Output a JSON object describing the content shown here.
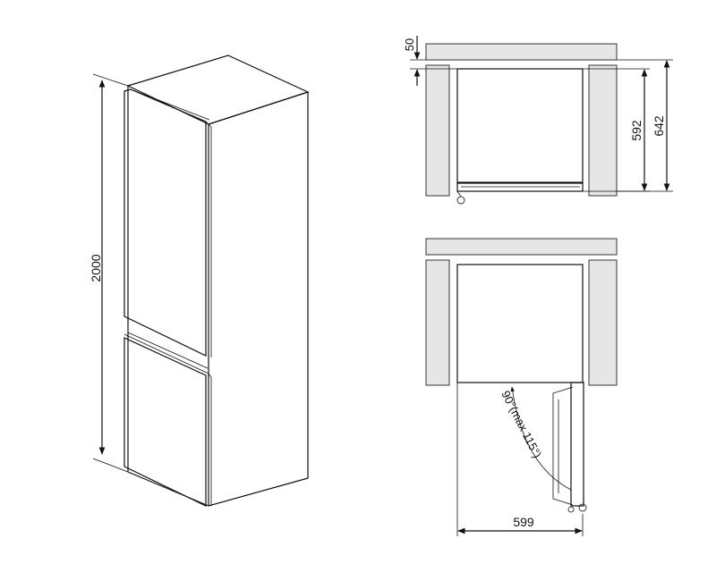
{
  "dimensions": {
    "height": "2000",
    "top_gap": "50",
    "depth_body": "592",
    "depth_total": "642",
    "width": "599",
    "door_angle": "90°(max 115°)"
  },
  "colors": {
    "wall_fill": "#e6e6e6",
    "line": "#111111",
    "background": "#ffffff"
  }
}
